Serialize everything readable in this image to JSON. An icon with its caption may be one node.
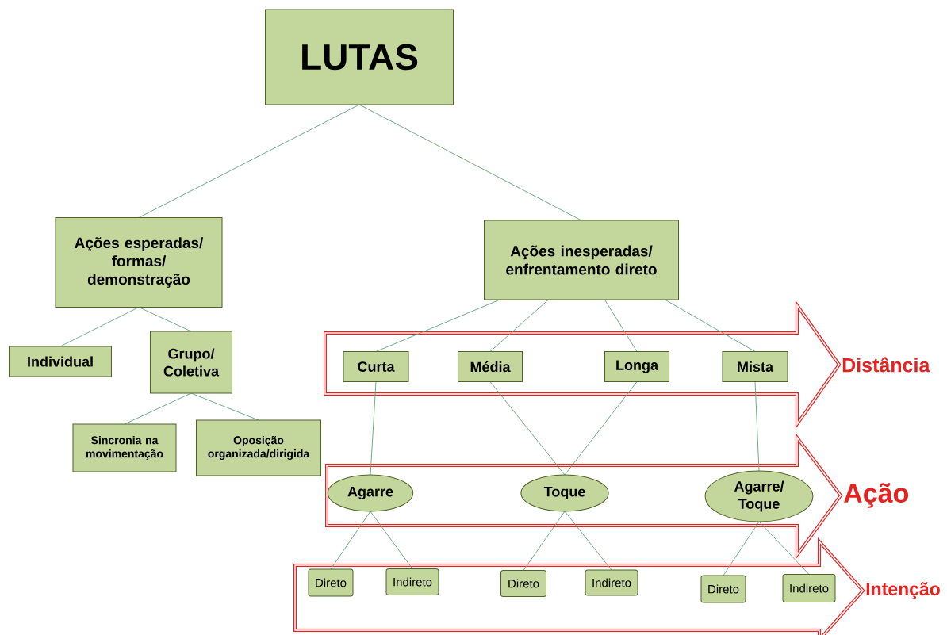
{
  "diagram": {
    "nodes": [
      {
        "text": [
          "LUTAS"
        ]
      },
      {
        "text": [
          "Ações esperadas/ formas/ demonstração"
        ]
      },
      {
        "text": [
          "Ações inesperadas/ enfrentamento direto"
        ]
      },
      {
        "text": [
          "Individual"
        ]
      },
      {
        "text": [
          "Grupo/ Coletiva"
        ]
      },
      {
        "text": [
          "Distância"
        ]
      },
      {
        "text": [
          "Curta"
        ],
        "in": 5
      },
      {
        "text": [
          "Média"
        ],
        "in": 5
      },
      {
        "text": [
          "Longa"
        ],
        "in": 5
      },
      {
        "text": [
          "Mista"
        ],
        "in": 5
      },
      {
        "text": [
          "Sincronia na movimentação"
        ]
      },
      {
        "text": [
          "Oposição organizada/dirigida"
        ]
      },
      {
        "text": [
          "Ação"
        ]
      },
      {
        "text": [
          "Agarre"
        ],
        "in": 12
      },
      {
        "text": [
          "Toque"
        ],
        "in": 12
      },
      {
        "text": [
          "Agarre/ Toque"
        ],
        "in": 12
      },
      {
        "text": [
          "Intenção"
        ]
      },
      {
        "text": [
          "Direto"
        ],
        "in": 16
      },
      {
        "text": [
          "Indireto"
        ],
        "in": 16
      },
      {
        "text": [
          "Direto"
        ],
        "in": 16
      },
      {
        "text": [
          "Indireto"
        ],
        "in": 16
      },
      {
        "text": [
          "Direto"
        ],
        "in": 16
      },
      {
        "text": [
          "Indireto"
        ],
        "in": 16
      }
    ],
    "edges": [
      {
        "from": 0,
        "to": 1,
        "arrow": "none"
      },
      {
        "from": 0,
        "to": 2,
        "arrow": "none"
      },
      {
        "from": 1,
        "to": 3,
        "arrow": "none"
      },
      {
        "from": 1,
        "to": 4,
        "arrow": "none"
      },
      {
        "from": 2,
        "to": 6,
        "arrow": "none"
      },
      {
        "from": 2,
        "to": 7,
        "arrow": "none"
      },
      {
        "from": 2,
        "to": 8,
        "arrow": "none"
      },
      {
        "from": 2,
        "to": 9,
        "arrow": "none"
      },
      {
        "from": 4,
        "to": 10,
        "arrow": "none"
      },
      {
        "from": 4,
        "to": 11,
        "arrow": "none"
      },
      {
        "from": 6,
        "to": 13,
        "arrow": "none"
      },
      {
        "from": 7,
        "to": 14,
        "arrow": "none"
      },
      {
        "from": 8,
        "to": 14,
        "arrow": "none"
      },
      {
        "from": 9,
        "to": 15,
        "arrow": "none"
      },
      {
        "from": 13,
        "to": 17,
        "arrow": "none"
      },
      {
        "from": 13,
        "to": 18,
        "arrow": "none"
      },
      {
        "from": 14,
        "to": 19,
        "arrow": "none"
      },
      {
        "from": 14,
        "to": 20,
        "arrow": "none"
      },
      {
        "from": 15,
        "to": 21,
        "arrow": "none"
      },
      {
        "from": 15,
        "to": 22,
        "arrow": "none"
      }
    ]
  }
}
